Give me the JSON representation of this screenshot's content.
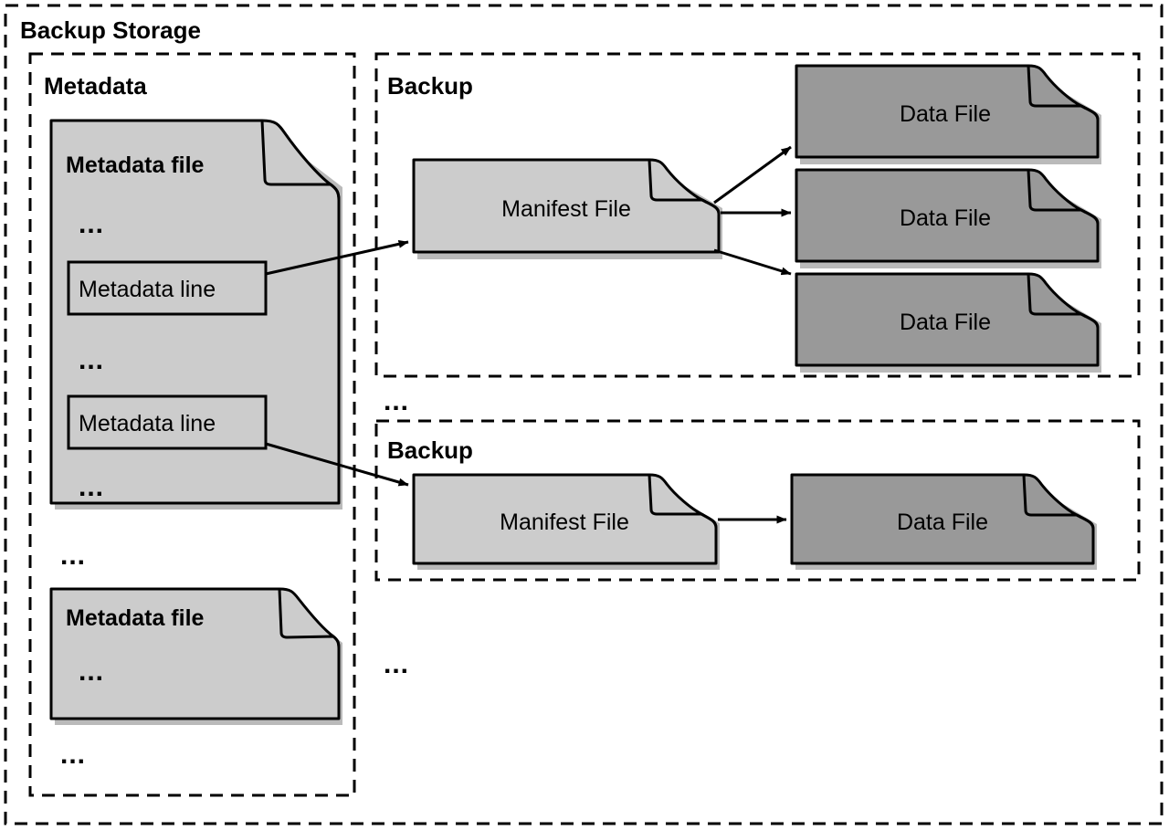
{
  "diagram": {
    "title": "Backup Storage",
    "type": "architecture-diagram",
    "colors": {
      "stroke": "#000000",
      "metadata_fill": "#cccccc",
      "manifest_fill": "#cccccc",
      "datafile_fill": "#999999",
      "background": "#ffffff",
      "shadow": "#666666"
    }
  },
  "outer_group": {
    "label": "Backup Storage"
  },
  "metadata_group": {
    "label": "Metadata",
    "files": [
      {
        "label": "Metadata file",
        "ellipses": [
          "...",
          "...",
          "..."
        ],
        "lines": [
          {
            "label": "Metadata line"
          },
          {
            "label": "Metadata line"
          }
        ]
      },
      {
        "label": "Metadata file",
        "ellipses": [
          "..."
        ],
        "lines": []
      }
    ],
    "between_files_ellipsis": "...",
    "trailing_ellipsis": "..."
  },
  "backup_groups": [
    {
      "label": "Backup",
      "manifest": {
        "label": "Manifest File"
      },
      "data_files": [
        {
          "label": "Data File"
        },
        {
          "label": "Data File"
        },
        {
          "label": "Data File"
        }
      ]
    },
    {
      "label": "Backup",
      "manifest": {
        "label": "Manifest File"
      },
      "data_files": [
        {
          "label": "Data File"
        }
      ]
    }
  ],
  "backups_between_ellipsis": "...",
  "backups_trailing_ellipsis": "..."
}
